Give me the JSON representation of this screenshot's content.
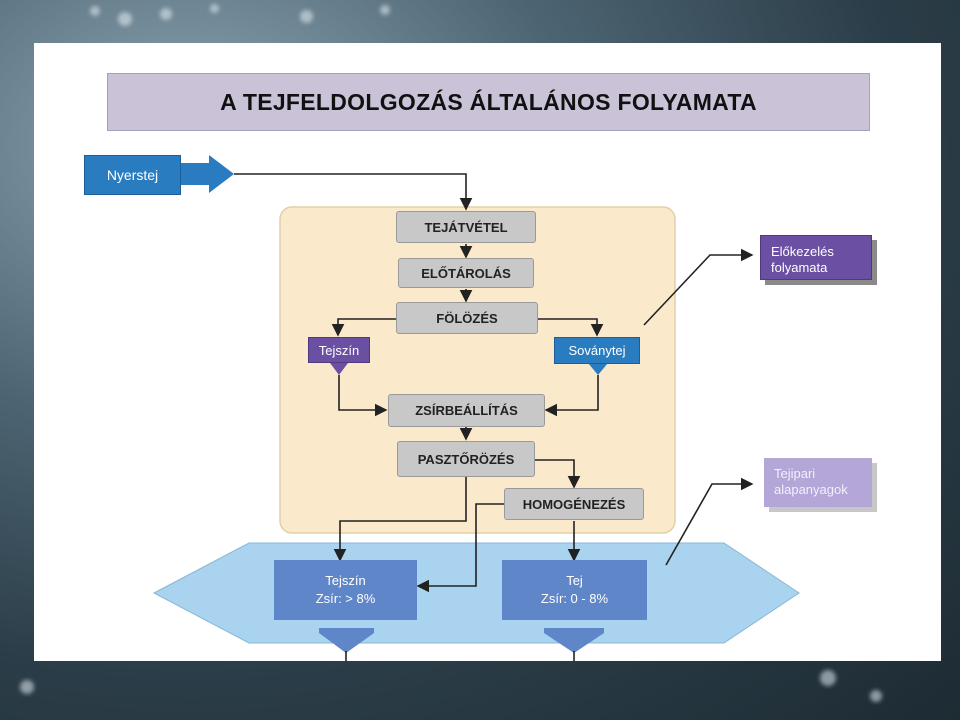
{
  "title": "A TEJFELDOLGOZÁS ÁLTALÁNOS FOLYAMATA",
  "input": {
    "label": "Nyerstej"
  },
  "steps": {
    "tejatvetel": "TEJÁTVÉTEL",
    "elotarolas": "ELŐTÁROLÁS",
    "folozes": "FÖLÖZÉS",
    "zsirbeallitas": "ZSÍRBEÁLLÍTÁS",
    "pasztorozes": "PASZTŐRÖZÉS",
    "homogenezes": "HOMOGÉNEZÉS"
  },
  "split": {
    "cream": "Tejszín",
    "skim": "Soványtej"
  },
  "side": {
    "pretreatment": "Előkezelés folyamata",
    "dairy_materials": "Tejipari alapanyagok"
  },
  "outputs": {
    "cream": {
      "name": "Tejszín",
      "fat": "Zsír: > 8%"
    },
    "milk": {
      "name": "Tej",
      "fat": "Zsír: 0 - 8%"
    }
  },
  "colors": {
    "title_bg": "#cac3d8",
    "process_area": "#fbe9cc",
    "step_box": "#c8c8c8",
    "purple": "#6b4fa3",
    "blue": "#2a7cc1",
    "output_band": "#a9d3ee",
    "output_box": "#5f86c8",
    "side_faded": "#b4a6d6"
  }
}
